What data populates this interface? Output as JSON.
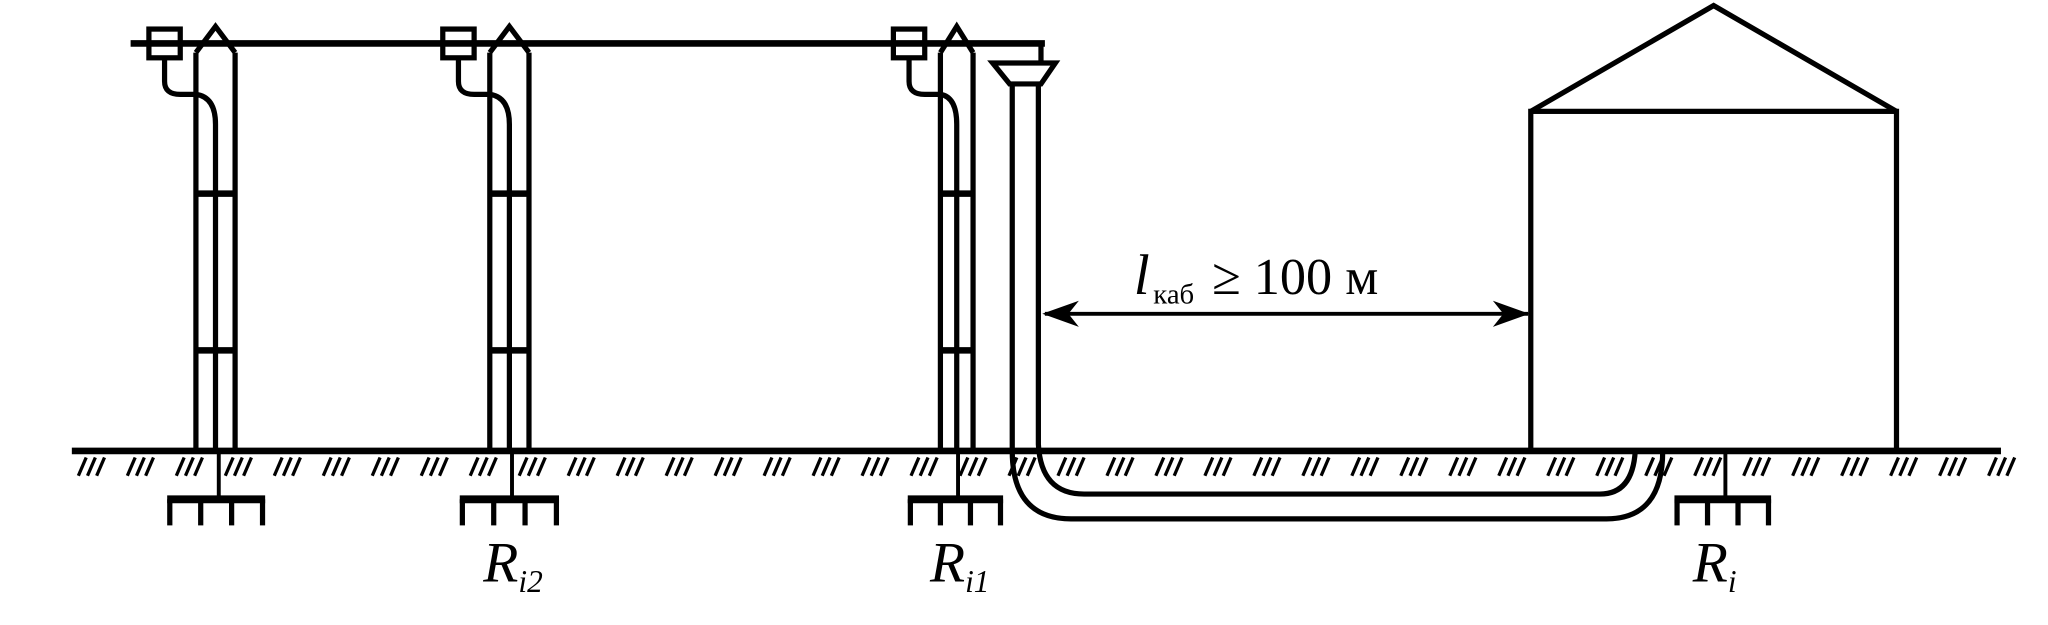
{
  "diagram": {
    "colors": {
      "line": "#000000",
      "background": "#ffffff"
    },
    "dimension": {
      "symbol": "l",
      "subscript": "каб",
      "relation": "≥ 100 м"
    },
    "labels": [
      {
        "main": "R",
        "sub": "i2"
      },
      {
        "main": "R",
        "sub": "i1"
      },
      {
        "main": "R",
        "sub": "i"
      }
    ]
  }
}
